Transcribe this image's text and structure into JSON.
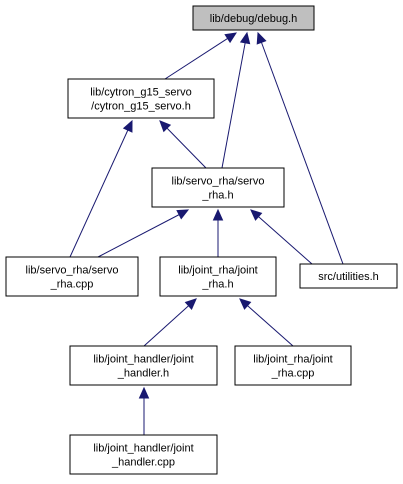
{
  "colors": {
    "root_fill": "#bfbfbf",
    "node_fill": "#ffffff",
    "border": "#000000",
    "edge": "#191970"
  },
  "nodes": [
    {
      "id": "debug",
      "lines": [
        "lib/debug/debug.h"
      ],
      "root": true
    },
    {
      "id": "cytron",
      "lines": [
        "lib/cytron_g15_servo",
        "/cytron_g15_servo.h"
      ]
    },
    {
      "id": "servo_h",
      "lines": [
        "lib/servo_rha/servo",
        "_rha.h"
      ]
    },
    {
      "id": "servo_cpp",
      "lines": [
        "lib/servo_rha/servo",
        "_rha.cpp"
      ]
    },
    {
      "id": "joint_h",
      "lines": [
        "lib/joint_rha/joint",
        "_rha.h"
      ]
    },
    {
      "id": "utilities",
      "lines": [
        "src/utilities.h"
      ]
    },
    {
      "id": "handler_h",
      "lines": [
        "lib/joint_handler/joint",
        "_handler.h"
      ]
    },
    {
      "id": "joint_cpp",
      "lines": [
        "lib/joint_rha/joint",
        "_rha.cpp"
      ]
    },
    {
      "id": "handler_cpp",
      "lines": [
        "lib/joint_handler/joint",
        "_handler.cpp"
      ]
    }
  ],
  "edges": [
    {
      "from": "cytron",
      "to": "debug"
    },
    {
      "from": "servo_h",
      "to": "debug"
    },
    {
      "from": "utilities",
      "to": "debug"
    },
    {
      "from": "servo_h",
      "to": "cytron"
    },
    {
      "from": "servo_cpp",
      "to": "cytron"
    },
    {
      "from": "servo_cpp",
      "to": "servo_h"
    },
    {
      "from": "joint_h",
      "to": "servo_h"
    },
    {
      "from": "utilities",
      "to": "servo_h"
    },
    {
      "from": "handler_h",
      "to": "joint_h"
    },
    {
      "from": "joint_cpp",
      "to": "joint_h"
    },
    {
      "from": "handler_cpp",
      "to": "handler_h"
    }
  ]
}
